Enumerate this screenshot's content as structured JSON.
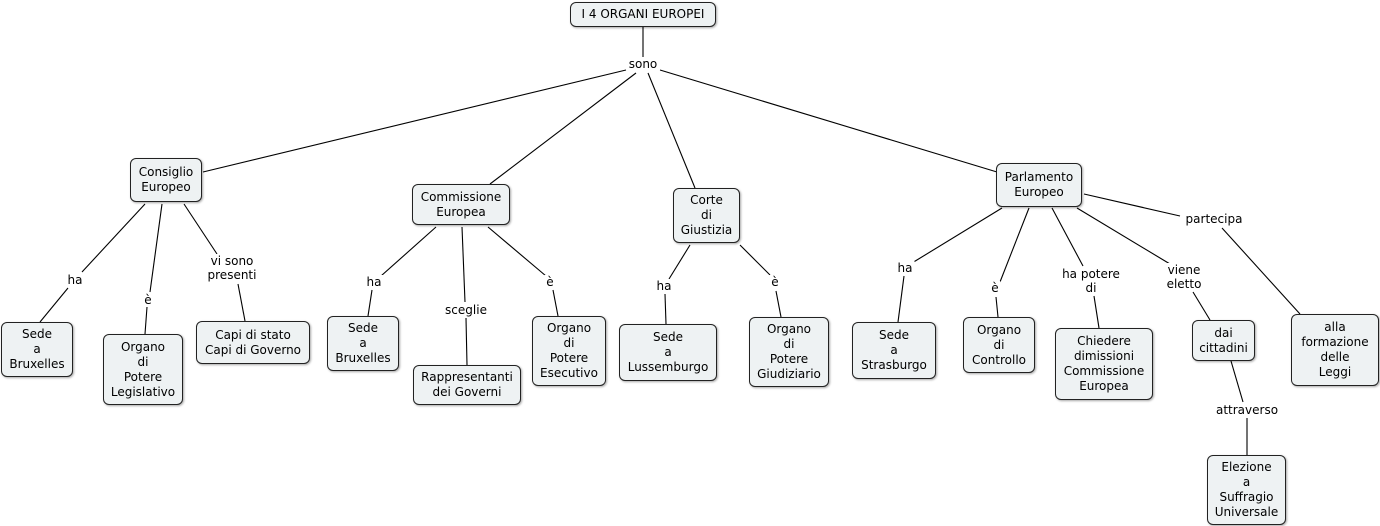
{
  "title": "I 4 ORGANI EUROPEI",
  "labels": {
    "sono": "sono",
    "cons_ha": "ha",
    "cons_e": "è",
    "cons_vi": "vi sono\npresenti",
    "comm_ha": "ha",
    "comm_sceglie": "sceglie",
    "comm_e": "è",
    "corte_ha": "ha",
    "corte_e": "è",
    "parl_ha": "ha",
    "parl_e": "è",
    "parl_hapotere": "ha potere\ndi",
    "parl_viene": "viene\neletto",
    "parl_partecipa": "partecipa",
    "attraverso": "attraverso"
  },
  "nodes": {
    "consiglio": "Consiglio\nEuropeo",
    "commissione": "Commissione\nEuropea",
    "corte": "Corte\ndi\nGiustizia",
    "parlamento": "Parlamento\nEuropeo",
    "cons_sede": "Sede\na\nBruxelles",
    "cons_organo": "Organo\ndi\nPotere\nLegislativo",
    "cons_capi": "Capi di stato\nCapi di Governo",
    "comm_sede": "Sede\na\nBruxelles",
    "comm_rapp": "Rappresentanti\ndei Governi",
    "comm_organo": "Organo\ndi\nPotere\nEsecutivo",
    "corte_sede": "Sede\na\nLussemburgo",
    "corte_organo": "Organo\ndi\nPotere\nGiudiziario",
    "parl_sede": "Sede\na\nStrasburgo",
    "parl_organo": "Organo\ndi\nControllo",
    "parl_chiedere": "Chiedere\ndimissioni\nCommissione\nEuropea",
    "parl_cittadini": "dai\ncittadini",
    "parl_leggi": "alla\nformazione\ndelle\nLeggi",
    "elezione": "Elezione\na\nSuffragio\nUniversale"
  }
}
